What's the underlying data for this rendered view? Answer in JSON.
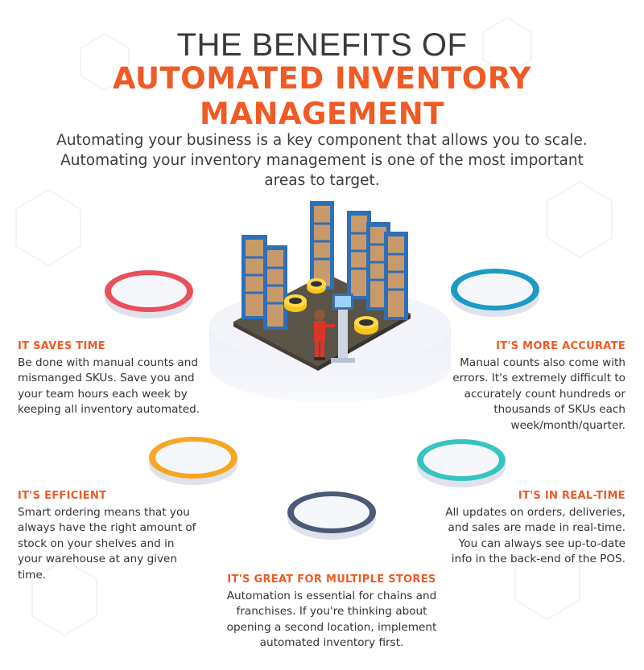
{
  "header": {
    "title_line1": "THE BENEFITS OF",
    "title_line2a": "AUTOMATED INVENTORY",
    "title_line2b": "MANAGEMENT",
    "intro": "Automating your business is a key component that allows you to scale. Automating your inventory management is one of the most important areas to target."
  },
  "benefits": [
    {
      "title": "IT SAVES TIME",
      "text": "Be done with manual counts and mismanged SKUs. Save you and your team hours each week by keeping all inventory automated.",
      "color": "#e8505b"
    },
    {
      "title": "IT'S MORE ACCURATE",
      "text": "Manual counts also come with errors. It's extremely difficult to accurately count hundreds or thousands of SKUs each week/month/quarter.",
      "color": "#1b9bc5"
    },
    {
      "title": "IT'S EFFICIENT",
      "text": "Smart ordering means that you always have the right amount of stock on your shelves and in your warehouse at any given time.",
      "color": "#f7a623"
    },
    {
      "title": "IT'S IN REAL-TIME",
      "text": "All updates on orders, deliveries, and sales are made in real-time. You can always see up-to-date info in the back-end of the POS.",
      "color": "#36c4c2"
    },
    {
      "title": "IT'S GREAT FOR MULTIPLE STORES",
      "text": "Automation is essential for chains and franchises. If you're thinking about opening a second location, implement automated inventory first.",
      "color": "#4a5a78"
    }
  ],
  "colors": {
    "accent": "#f05a24",
    "title": "#3a3a3a"
  }
}
